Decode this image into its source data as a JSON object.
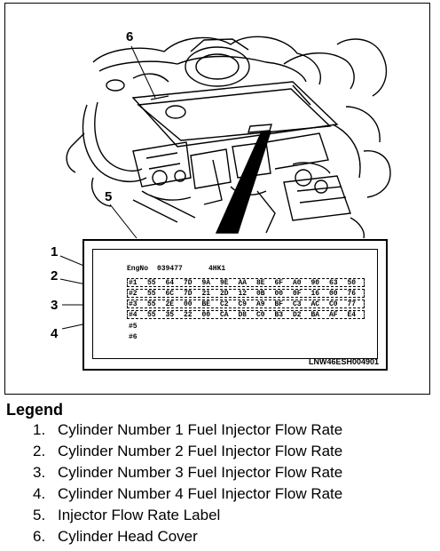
{
  "callouts": [
    "1",
    "2",
    "3",
    "4",
    "5",
    "6"
  ],
  "label": {
    "header_engine": "EngNo",
    "header_number": "039477",
    "header_model": "4HK1",
    "rows": [
      {
        "cyl": "#1",
        "values": [
          "55",
          "64",
          "7D",
          "9A",
          "9E",
          "AA",
          "8E",
          "6F",
          "A0",
          "90",
          "63",
          "50"
        ]
      },
      {
        "cyl": "#2",
        "values": [
          "55",
          "6C",
          "7D",
          "21",
          "2D",
          "12",
          "0B",
          "00",
          "0F",
          "16",
          "00",
          "76"
        ]
      },
      {
        "cyl": "#3",
        "values": [
          "55",
          "2E",
          "00",
          "BE",
          "C2",
          "C9",
          "A9",
          "BF",
          "C3",
          "AC",
          "C0",
          "77"
        ]
      },
      {
        "cyl": "#4",
        "values": [
          "55",
          "35",
          "22",
          "00",
          "CA",
          "D8",
          "C0",
          "B3",
          "D2",
          "BA",
          "AF",
          "E4"
        ]
      }
    ],
    "empty_rows": [
      "#5",
      "#6"
    ]
  },
  "figure_id": "LNW46ESH004901",
  "legend": {
    "title": "Legend",
    "items": [
      {
        "num": "1.",
        "text": "Cylinder Number 1 Fuel Injector Flow Rate"
      },
      {
        "num": "2.",
        "text": "Cylinder Number 2 Fuel Injector Flow Rate"
      },
      {
        "num": "3.",
        "text": "Cylinder Number 3 Fuel Injector Flow Rate"
      },
      {
        "num": "4.",
        "text": "Cylinder Number 4 Fuel Injector Flow Rate"
      },
      {
        "num": "5.",
        "text": "Injector Flow Rate Label"
      },
      {
        "num": "6.",
        "text": "Cylinder Head Cover"
      }
    ]
  }
}
